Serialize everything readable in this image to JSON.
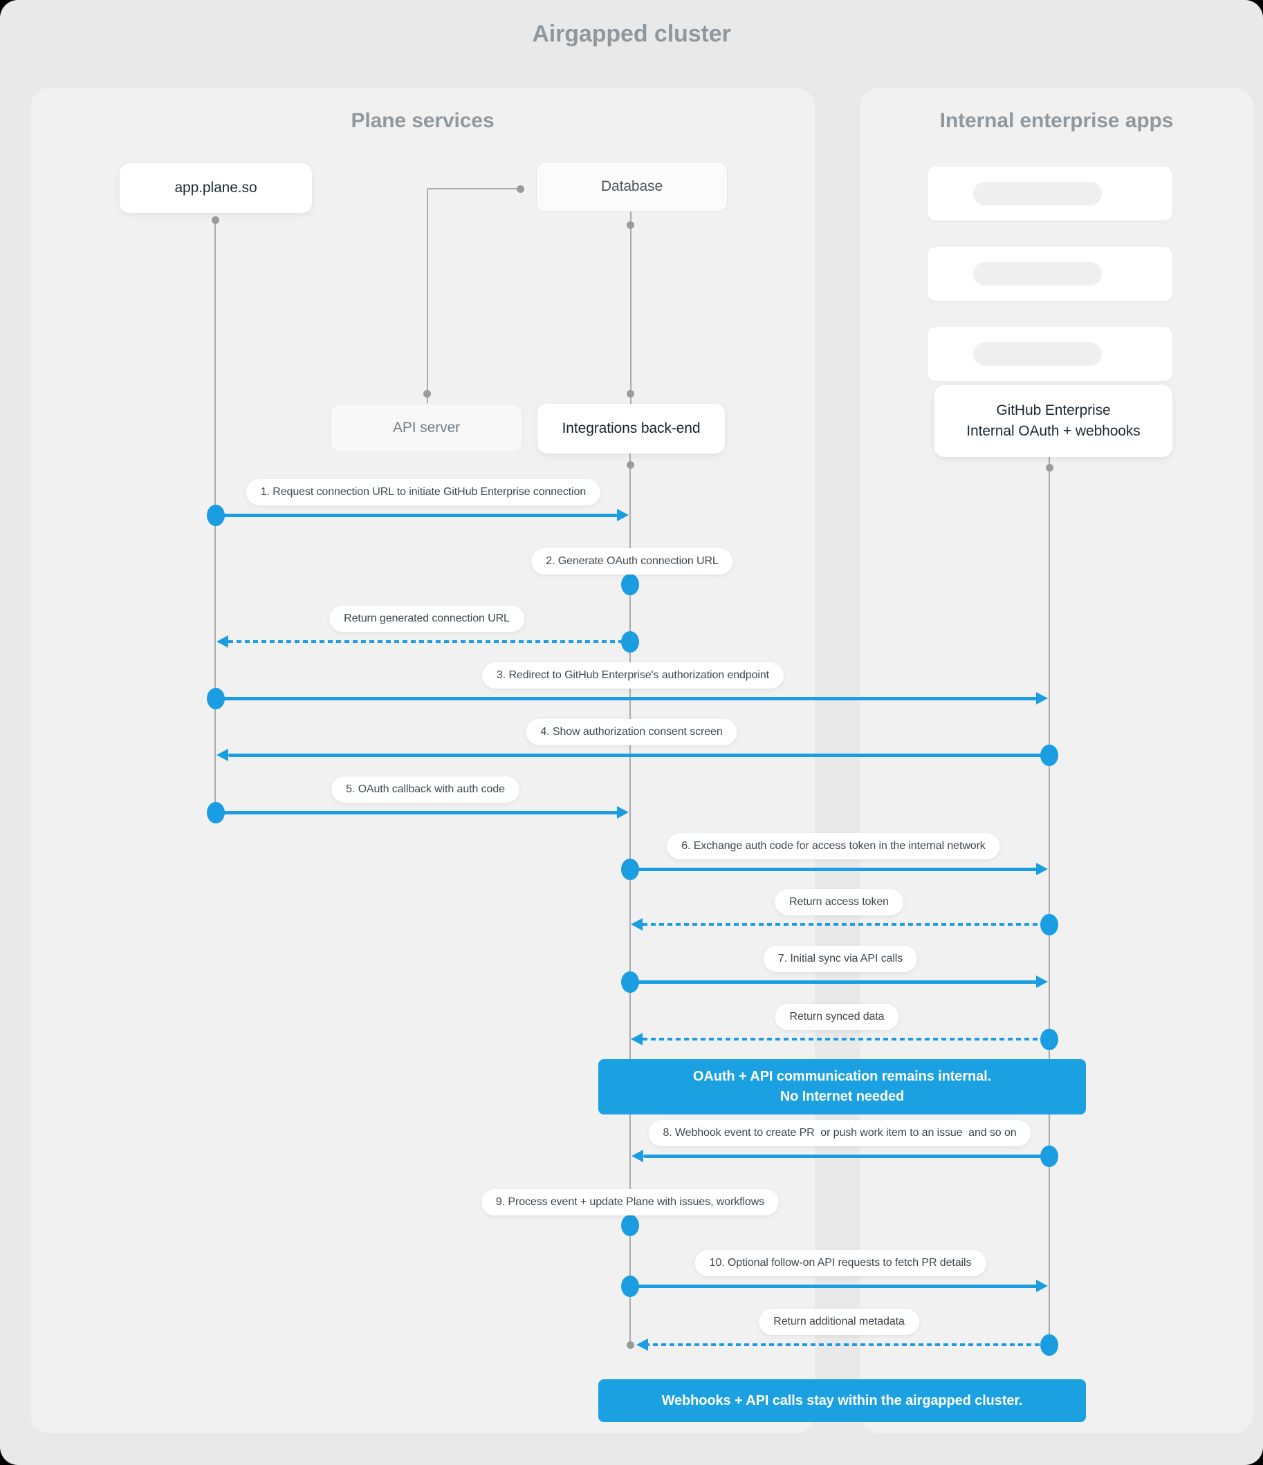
{
  "title": "Airgapped cluster",
  "colors": {
    "accent": "#1a9de1",
    "banner": "#1ba0e2",
    "panel": "#f1f1f2",
    "background": "#e9e9ea"
  },
  "panels": {
    "plane": {
      "title": "Plane services"
    },
    "enterprise": {
      "title": "Internal enterprise apps"
    }
  },
  "nodes": {
    "app": {
      "label": "app.plane.so"
    },
    "database": {
      "label": "Database"
    },
    "api_server": {
      "label": "API server"
    },
    "integrations": {
      "label": "Integrations back-end"
    },
    "github": {
      "line1": "GitHub Enterprise",
      "line2": "Internal OAuth + webhooks"
    }
  },
  "messages": [
    {
      "label": "1. Request connection URL to initiate GitHub Enterprise connection",
      "from": "app.plane.so",
      "to": "Integrations back-end",
      "line": "solid"
    },
    {
      "label": "2. Generate OAuth connection URL",
      "from": "Integrations back-end",
      "to": "Integrations back-end",
      "line": "self"
    },
    {
      "label": "Return generated connection URL",
      "from": "Integrations back-end",
      "to": "app.plane.so",
      "line": "dashed"
    },
    {
      "label": "3. Redirect to GitHub Enterprise's authorization endpoint",
      "from": "app.plane.so",
      "to": "GitHub Enterprise",
      "line": "solid"
    },
    {
      "label": "4. Show authorization consent screen",
      "from": "GitHub Enterprise",
      "to": "app.plane.so",
      "line": "solid"
    },
    {
      "label": "5. OAuth callback with auth code",
      "from": "app.plane.so",
      "to": "Integrations back-end",
      "line": "solid"
    },
    {
      "label": "6. Exchange auth code for access token in the internal network",
      "from": "Integrations back-end",
      "to": "GitHub Enterprise",
      "line": "solid"
    },
    {
      "label": "Return access token",
      "from": "GitHub Enterprise",
      "to": "Integrations back-end",
      "line": "dashed"
    },
    {
      "label": "7. Initial sync via API calls",
      "from": "Integrations back-end",
      "to": "GitHub Enterprise",
      "line": "solid"
    },
    {
      "label": "Return synced data",
      "from": "GitHub Enterprise",
      "to": "Integrations back-end",
      "line": "dashed"
    },
    {
      "label": "8. Webhook event to create PR  or push work item to an issue  and so on",
      "from": "GitHub Enterprise",
      "to": "Integrations back-end",
      "line": "solid"
    },
    {
      "label": "9. Process event + update Plane with issues, workflows",
      "from": "Integrations back-end",
      "to": "Integrations back-end",
      "line": "self"
    },
    {
      "label": "10. Optional follow-on API requests to fetch PR details",
      "from": "Integrations back-end",
      "to": "GitHub Enterprise",
      "line": "solid"
    },
    {
      "label": "Return additional metadata",
      "from": "GitHub Enterprise",
      "to": "Integrations back-end",
      "line": "dashed"
    }
  ],
  "banners": [
    {
      "lines": [
        "OAuth + API communication remains internal.",
        "No Internet needed"
      ]
    },
    {
      "lines": [
        "Webhooks + API calls stay within the airgapped cluster."
      ]
    }
  ]
}
